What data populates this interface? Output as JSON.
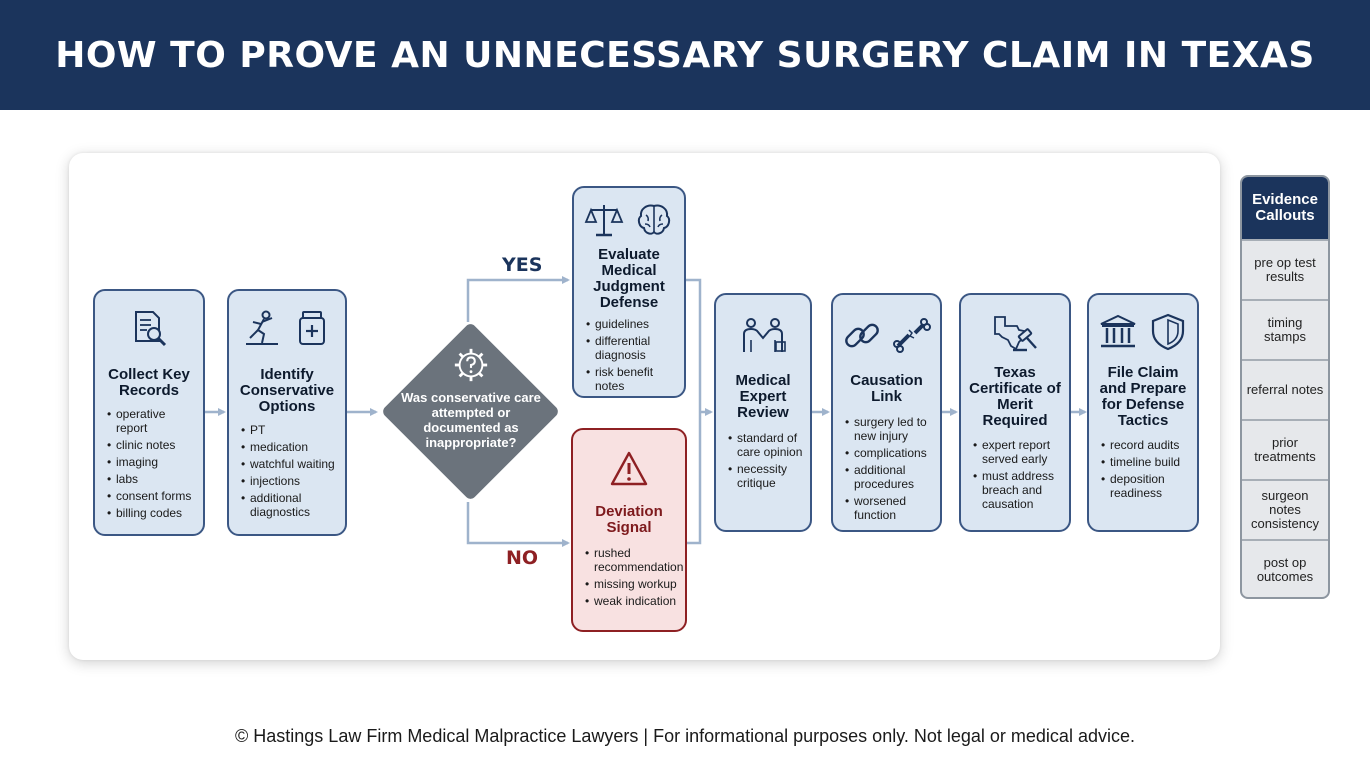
{
  "header": {
    "title": "HOW TO PROVE AN UNNECESSARY SURGERY CLAIM IN TEXAS"
  },
  "steps": [
    {
      "id": "collect",
      "title": "Collect Key Records",
      "icons": [
        "document-search-icon"
      ],
      "items": [
        "operative report",
        "clinic notes",
        "imaging",
        "labs",
        "consent forms",
        "billing codes"
      ]
    },
    {
      "id": "identify",
      "title": "Identify Conservative Options",
      "icons": [
        "physical-therapy-icon",
        "medication-bottle-icon"
      ],
      "items": [
        "PT",
        "medication",
        "watchful waiting",
        "injections",
        "additional diagnostics"
      ]
    },
    {
      "id": "evaluate",
      "title": "Evaluate Medical Judgment Defense",
      "icons": [
        "scales-icon",
        "brain-icon"
      ],
      "items": [
        "guidelines",
        "differential diagnosis",
        "risk benefit notes"
      ]
    },
    {
      "id": "deviation",
      "title": "Deviation Signal",
      "icons": [
        "warning-icon"
      ],
      "items": [
        "rushed recommendation",
        "missing workup",
        "weak indication"
      ]
    },
    {
      "id": "expert",
      "title": "Medical Expert Review",
      "icons": [
        "doctors-handshake-icon"
      ],
      "items": [
        "standard of care opinion",
        "necessity critique"
      ]
    },
    {
      "id": "causation",
      "title": "Causation Link",
      "icons": [
        "chain-link-icon",
        "broken-bone-icon"
      ],
      "items": [
        "surgery led to new injury",
        "complications",
        "additional procedures",
        "worsened function"
      ]
    },
    {
      "id": "certificate",
      "title": "Texas Certificate of Merit Required",
      "icons": [
        "texas-gavel-icon"
      ],
      "items": [
        "expert report served early",
        "must address breach and causation"
      ]
    },
    {
      "id": "file",
      "title": "File Claim and Prepare for Defense Tactics",
      "icons": [
        "courthouse-icon",
        "shield-icon"
      ],
      "items": [
        "record audits",
        "timeline build",
        "deposition readiness"
      ]
    }
  ],
  "decision": {
    "question": "Was conservative care attempted or documented as inappropriate?",
    "yes_label": "YES",
    "no_label": "NO",
    "icon": "question-gear-icon"
  },
  "callouts": {
    "title": "Evidence Callouts",
    "items": [
      "pre op test results",
      "timing stamps",
      "referral notes",
      "prior treatments",
      "surgeon notes consistency",
      "post op outcomes"
    ]
  },
  "footer": {
    "text": "© Hastings Law Firm Medical Malpractice Lawyers | For informational purposes only. Not legal or medical advice."
  },
  "colors": {
    "navy": "#1b345c",
    "box_fill": "#dbe6f2",
    "box_border": "#3b5784",
    "red": "#8e2023",
    "red_fill": "#f8e1e1",
    "diamond": "#6b737c",
    "connector": "#9fb3cc"
  }
}
